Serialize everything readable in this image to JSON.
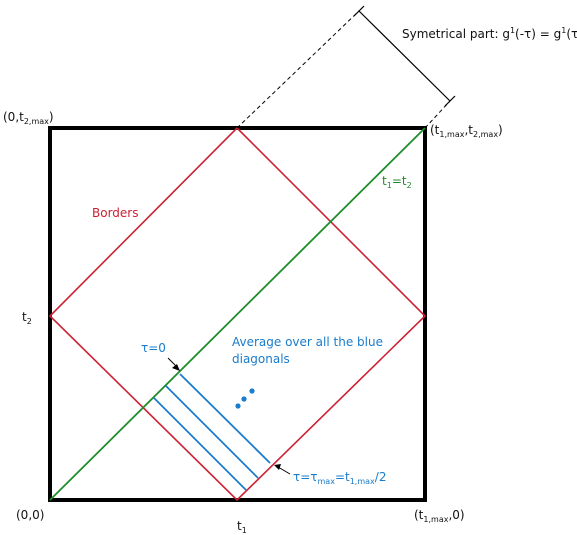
{
  "colors": {
    "frame": "#000000",
    "border": "#cc2233",
    "diagonal": "#1e8c2a",
    "blue": "#1a7ccc",
    "text": "#111111"
  },
  "labels": {
    "symmetric_part": "Symetrical part: g",
    "corner_top_left": "(0,t",
    "corner_top_left_sub": "2,max",
    "corner_top_right_main": "(t",
    "corner_top_right_sub1": "1,max",
    "corner_top_right_mid": ",t",
    "corner_top_right_sub2": "2,max",
    "corner_bottom_left": "(0,0)",
    "corner_bottom_right": "(t",
    "corner_bottom_right_sub": "1,max",
    "corner_bottom_right_end": ",0)",
    "borders": "Borders",
    "diag_t": "t",
    "diag_sub1": "1",
    "diag_eq": "=t",
    "diag_sub2": "2",
    "t2_axis": "t",
    "t2_axis_sub": "2",
    "t1_axis": "t",
    "t1_axis_sub": "1",
    "tau_zero": "τ=0",
    "average_line1": "Average over all the blue",
    "average_line2": "diagonals",
    "tau_max": "τ=τ",
    "tau_max_sub1": "max",
    "tau_max_eq": "=t",
    "tau_max_sub2": "1,max",
    "tau_max_end": "/2"
  }
}
